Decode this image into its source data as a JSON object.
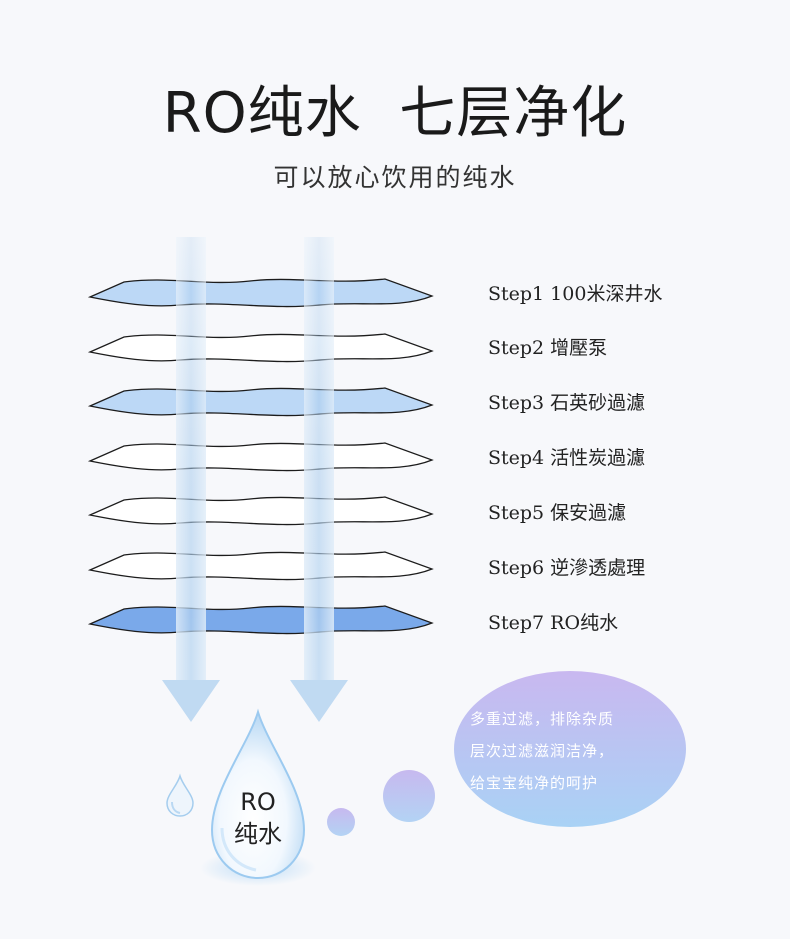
{
  "header": {
    "title": "RO纯水  七层净化",
    "subtitle": "可以放心饮用的纯水"
  },
  "steps": [
    {
      "label": "Step1 100米深井水",
      "fill": "#bcd8f6"
    },
    {
      "label": "Step2 增壓泵",
      "fill": "#ffffff"
    },
    {
      "label": "Step3 石英砂過濾",
      "fill": "#bcd8f6"
    },
    {
      "label": "Step4 活性炭過濾",
      "fill": "#ffffff"
    },
    {
      "label": "Step5 保安過濾",
      "fill": "#ffffff"
    },
    {
      "label": "Step6 逆滲透處理",
      "fill": "#ffffff"
    },
    {
      "label": "Step7 RO纯水",
      "fill": "#7aa9ea"
    }
  ],
  "bubble": {
    "lines": [
      "多重过滤，排除杂质",
      "层次过滤滋润洁净，",
      "给宝宝纯净的呵护"
    ]
  },
  "drop": {
    "line1": "RO",
    "line2": "纯水"
  },
  "colors": {
    "layer_light": "#bcd8f6",
    "layer_dark": "#7aa9ea",
    "stream": "#a8cbec",
    "bubble_top": "#c9b8f0",
    "bubble_bottom": "#a9d2f5"
  }
}
